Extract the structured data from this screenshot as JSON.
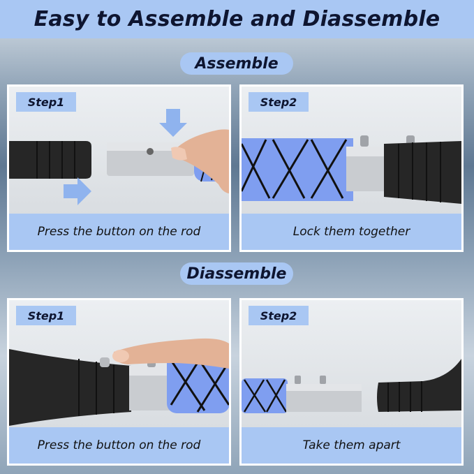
{
  "title": "Easy to Assemble and Diassemble",
  "sections": {
    "assemble": "Assemble",
    "diassemble": "Diassemble"
  },
  "panels": [
    {
      "step": "Step1",
      "caption": "Press the button on the rod"
    },
    {
      "step": "Step2",
      "caption": "Lock them together"
    },
    {
      "step": "Step1",
      "caption": "Press the button on the rod"
    },
    {
      "step": "Step2",
      "caption": "Take them apart"
    }
  ],
  "colors": {
    "accent": "#a9c7f3",
    "grip_blue": "#7f9ef0",
    "handle_black": "#262626",
    "rod_silver": "#c9ccd0",
    "arrow_blue": "#8fb3ee"
  }
}
